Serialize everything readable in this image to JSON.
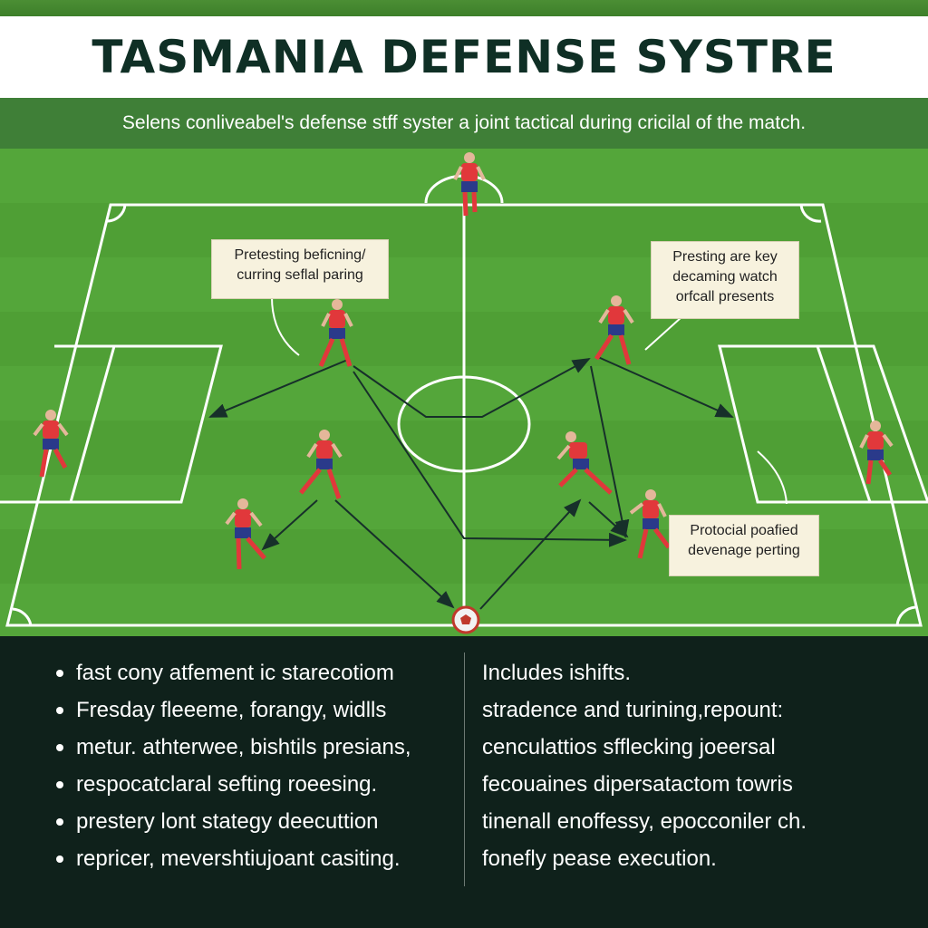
{
  "header": {
    "title": "TASMANIA DEFENSE SYSTRE",
    "subtitle": "Selens conliveabel's defense stff syster a joint tactical during cricilal of the match."
  },
  "callouts": [
    {
      "lines": [
        "Pretesting beficning/",
        "curring seflal paring"
      ]
    },
    {
      "lines": [
        "Presting are key",
        "decaming watch",
        "orfcall presents"
      ]
    },
    {
      "lines": [
        "Protocial poafied",
        "devenage perting"
      ]
    }
  ],
  "colors": {
    "pitch_stripe_light": "#55a63a",
    "pitch_stripe_dark": "#4a9a33",
    "jersey": "#e1383b",
    "shorts": "#2a3a8a",
    "panel": "#0f211b",
    "title_text": "#0f2f25"
  },
  "bullets_left": [
    "fast cony atfement ic starecotiom",
    "Fresday fleeeme, forangy, widlls",
    "metur. athterwee, bishtils presians,",
    "respocatclaral sefting roeesing.",
    "prestery lont stategy deecuttion",
    "repricer, mevershtiujoant casiting."
  ],
  "bullets_right": [
    "Includes ishifts.",
    "stradence and turining,repount:",
    "cenculattios sfflecking joeersal",
    "fecouaines dipersatactom towris",
    "tinenall enoffessy, epocconiler ch.",
    "fonefly pease execution."
  ]
}
